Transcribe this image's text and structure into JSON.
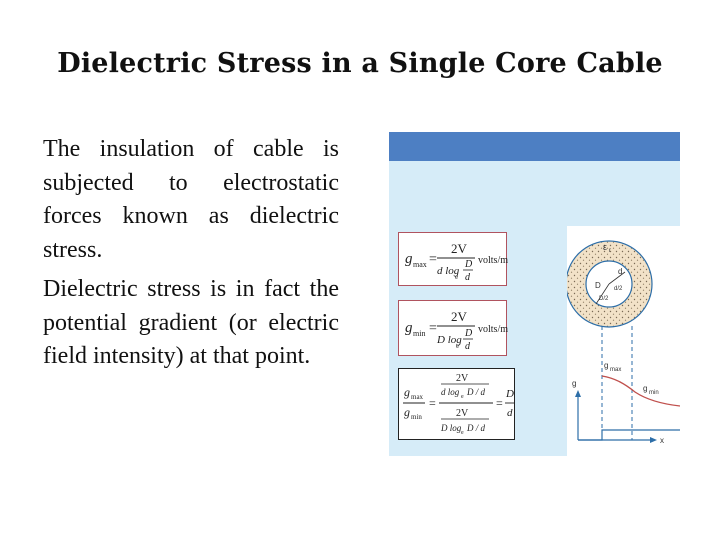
{
  "slide": {
    "title": "Dielectric Stress in a Single Core Cable",
    "paragraphs": [
      "The insulation of cable is subjected to electrostatic forces known as dielectric stress.",
      "Dielectric stress is in fact the potential gradient (or electric field intensity) at that point."
    ]
  },
  "figure": {
    "colors": {
      "header": "#4d7fc3",
      "background": "#d6ecf8",
      "box_border": "#b0535f",
      "curve": "#c0504d",
      "axis": "#2d6ea8"
    },
    "equations": {
      "gmax": {
        "lhs": "g",
        "lhs_sub": "max",
        "equals": "=",
        "numerator": "2V",
        "den_prefix": "d log",
        "den_sub": "e",
        "frac_num": "D",
        "frac_den": "d",
        "unit": "volts/m"
      },
      "gmin": {
        "lhs": "g",
        "lhs_sub": "min",
        "equals": "=",
        "numerator": "2V",
        "den_prefix": "D log",
        "den_sub": "e",
        "frac_num": "D",
        "frac_den": "d",
        "unit": "volts/m"
      },
      "ratio": {
        "top_lhs": "g",
        "top_sub": "max",
        "bot_lhs": "g",
        "bot_sub": "min",
        "equals": "=",
        "num_num": "2V",
        "num_den": "d log",
        "num_den_tail": "D / d",
        "den_num": "2V",
        "den_den": "D log",
        "den_den_tail": "D / d",
        "sub_e": "e",
        "equals2": "=",
        "result_num": "D",
        "result_den": "d"
      }
    },
    "diagram": {
      "label_eps": "ε",
      "label_eps_sub": "r",
      "label_d": "d",
      "label_D": "D",
      "label_D_over_2": "D/2",
      "label_d_over_2": "d/2",
      "label_gmax": "g",
      "label_gmax_sub": "max",
      "label_gmin": "g",
      "label_gmin_sub": "min",
      "label_g": "g",
      "label_x": "x"
    }
  }
}
